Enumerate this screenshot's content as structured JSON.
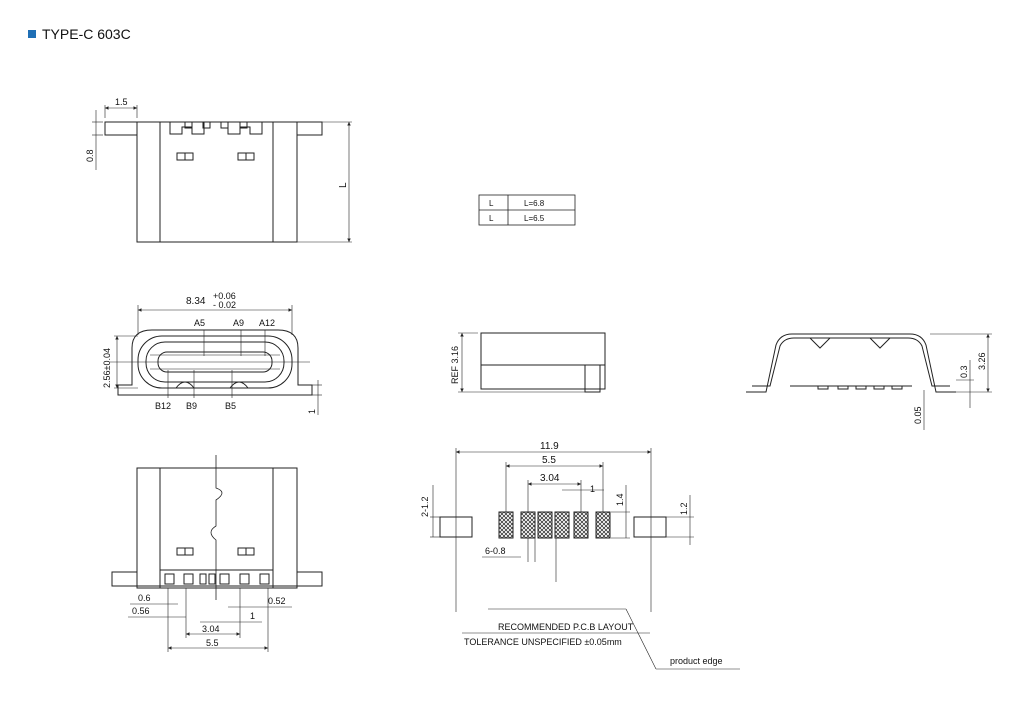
{
  "header": {
    "title": "TYPE-C 603C",
    "bullet_color": "#1f6fb5"
  },
  "side_view": {
    "dim_width": "1.5",
    "dim_height": "0.8",
    "dim_length": "L"
  },
  "length_table": {
    "rows": [
      [
        "L",
        "L=6.8"
      ],
      [
        "L",
        "L=6.5"
      ]
    ]
  },
  "front_view": {
    "dim_width_main": "8.34",
    "tol_plus": "+0.06",
    "tol_minus": "- 0.02",
    "dim_height": "2.56±0.04",
    "dim_foot": "1",
    "pins_top": [
      "A5",
      "A9",
      "A12"
    ],
    "pins_bottom": [
      "B12",
      "B9",
      "B5"
    ]
  },
  "profile_view": {
    "dim_ref": "REF 3.16"
  },
  "end_view": {
    "dim_total": "3.26",
    "dim_offset": "0.3",
    "dim_gap": "0.05"
  },
  "bottom_view": {
    "dims": [
      "0.6",
      "0.56",
      "3.04",
      "1",
      "0.52",
      "5.5"
    ]
  },
  "pcb_layout": {
    "dim_total": "11.9",
    "dim_55": "5.5",
    "dim_304": "3.04",
    "dim_1": "1",
    "dim_left_pad": "2-1.2",
    "dim_pad_h": "1.4",
    "dim_right_pad": "1.2",
    "dim_pad_w": "6-0.8",
    "note1": "RECOMMENDED  P.C.B LAYOUT",
    "note2": "TOLERANCE UNSPECIFIED ±0.05mm",
    "edge_label": "product edge"
  }
}
